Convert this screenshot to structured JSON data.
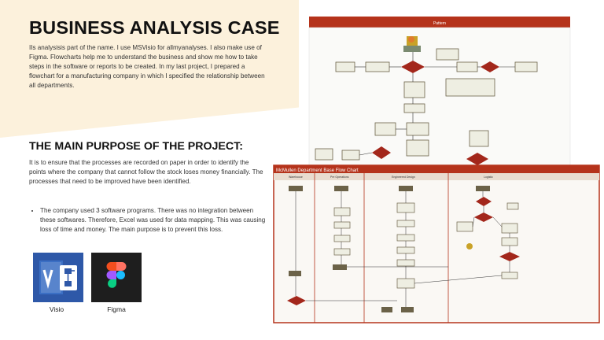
{
  "title": "BUSINESS ANALYSIS CASE",
  "intro": "IIs analysisis part of the name. I use MSVisio for allmyanalyses. I also make use of Figma. Flowcharts help me to understand the business and show me how to take steps in the software or reports to be created. In my last project, I prepared a flowchart for a manufacturing company in which I specified the relationship between all departments.",
  "purpose_heading": "THE MAIN PURPOSE OF THE PROJECT:",
  "purpose_text": "It is to ensure that the processes are recorded on paper in order to identify the points where the company that cannot follow the stock loses money financially. The processes that need to be improved have been identified.",
  "bullets": [
    "The company used 3 software programs. There was no integration between these softwares. Therefore, Excel was used for data mapping. This was causing loss of time and money. The main purpose is to prevent this loss."
  ],
  "logos": [
    {
      "label": "Visio",
      "icon": "visio-logo-icon",
      "color": "#2e58a8"
    },
    {
      "label": "Figma",
      "icon": "figma-logo-icon",
      "color": "#1e1e1e"
    }
  ],
  "flowchart_top": {
    "header": "Pattern"
  },
  "flowchart_bottom": {
    "title": "McMullen Department Base Flow Chart",
    "lanes": [
      "Warehouse",
      "Pre Operations",
      "Engineered Design",
      "Logistic"
    ]
  },
  "colors": {
    "accent_red": "#b5331b",
    "box_olive": "#6b6248",
    "box_fill": "#eeeee2",
    "decision": "#a3271b"
  }
}
